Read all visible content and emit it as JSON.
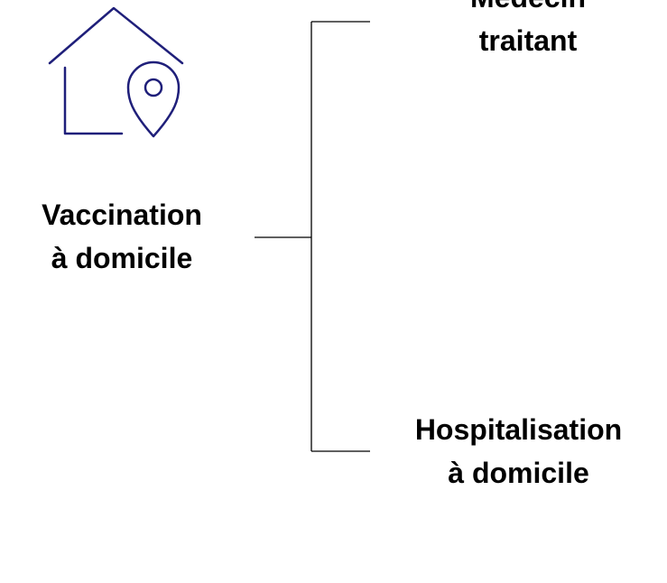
{
  "icon": {
    "name": "home-location-icon",
    "stroke_color": "#1f1f7a"
  },
  "root": {
    "line1": "Vaccination",
    "line2": "à domicile"
  },
  "children": [
    {
      "line1": "Médecin",
      "line2": "traitant"
    },
    {
      "line1": "Hospitalisation",
      "line2": "à domicile"
    }
  ],
  "connector_color": "#000000"
}
